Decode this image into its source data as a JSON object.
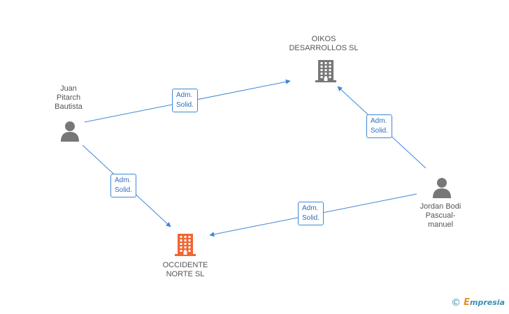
{
  "nodes": {
    "oikos": {
      "label_lines": [
        "OIKOS",
        "DESARROLLOS SL"
      ],
      "kind": "company",
      "icon": "building-icon",
      "color": "#777777"
    },
    "juan": {
      "label_lines": [
        "Juan",
        "Pitarch",
        "Bautista"
      ],
      "kind": "person",
      "icon": "person-icon",
      "color": "#777777"
    },
    "jordan": {
      "label_lines": [
        "Jordan Bodi",
        "Pascual-",
        "manuel"
      ],
      "kind": "person",
      "icon": "person-icon",
      "color": "#777777"
    },
    "occidente": {
      "label_lines": [
        "OCCIDENTE",
        "NORTE SL"
      ],
      "kind": "company",
      "icon": "building-icon",
      "color": "#f26430"
    }
  },
  "edges": [
    {
      "from": "juan",
      "to": "oikos",
      "label_lines": [
        "Adm.",
        "Solid."
      ]
    },
    {
      "from": "jordan",
      "to": "oikos",
      "label_lines": [
        "Adm.",
        "Solid."
      ]
    },
    {
      "from": "juan",
      "to": "occidente",
      "label_lines": [
        "Adm.",
        "Solid."
      ]
    },
    {
      "from": "jordan",
      "to": "occidente",
      "label_lines": [
        "Adm.",
        "Solid."
      ]
    }
  ],
  "style": {
    "edge_color": "#3d86d8"
  },
  "watermark": {
    "symbol": "©",
    "brand_initial": "E",
    "brand_rest": "mpresia"
  }
}
